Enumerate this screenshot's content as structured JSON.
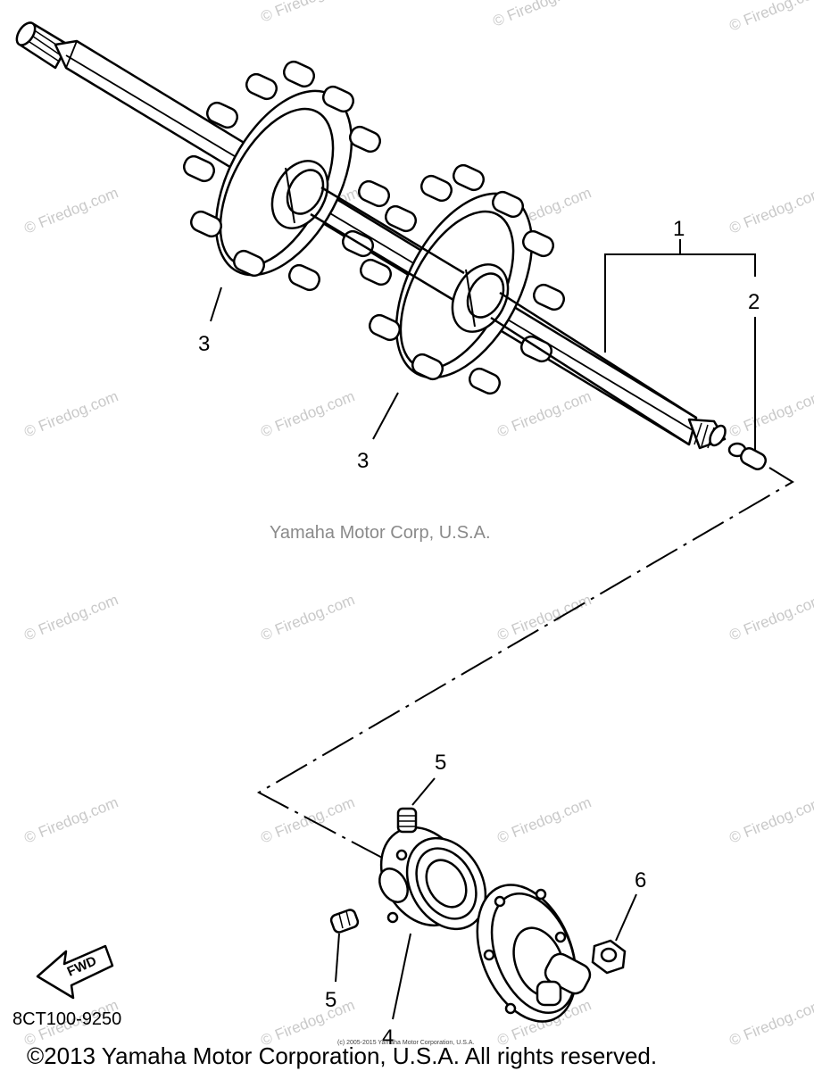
{
  "callouts": {
    "c1": "1",
    "c2": "2",
    "c3a": "3",
    "c3b": "3",
    "c4": "4",
    "c5a": "5",
    "c5b": "5",
    "c6": "6"
  },
  "watermark": "© Firedog.com",
  "corp_label": "Yamaha Motor Corp, U.S.A.",
  "diagram_code": "8CT100-9250",
  "fwd_label": "FWD",
  "copyright": "©2013 Yamaha Motor Corporation, U.S.A. All rights reserved.",
  "small_copyright": "(c) 2005-2015 Yamaha Motor Corporation, U.S.A."
}
